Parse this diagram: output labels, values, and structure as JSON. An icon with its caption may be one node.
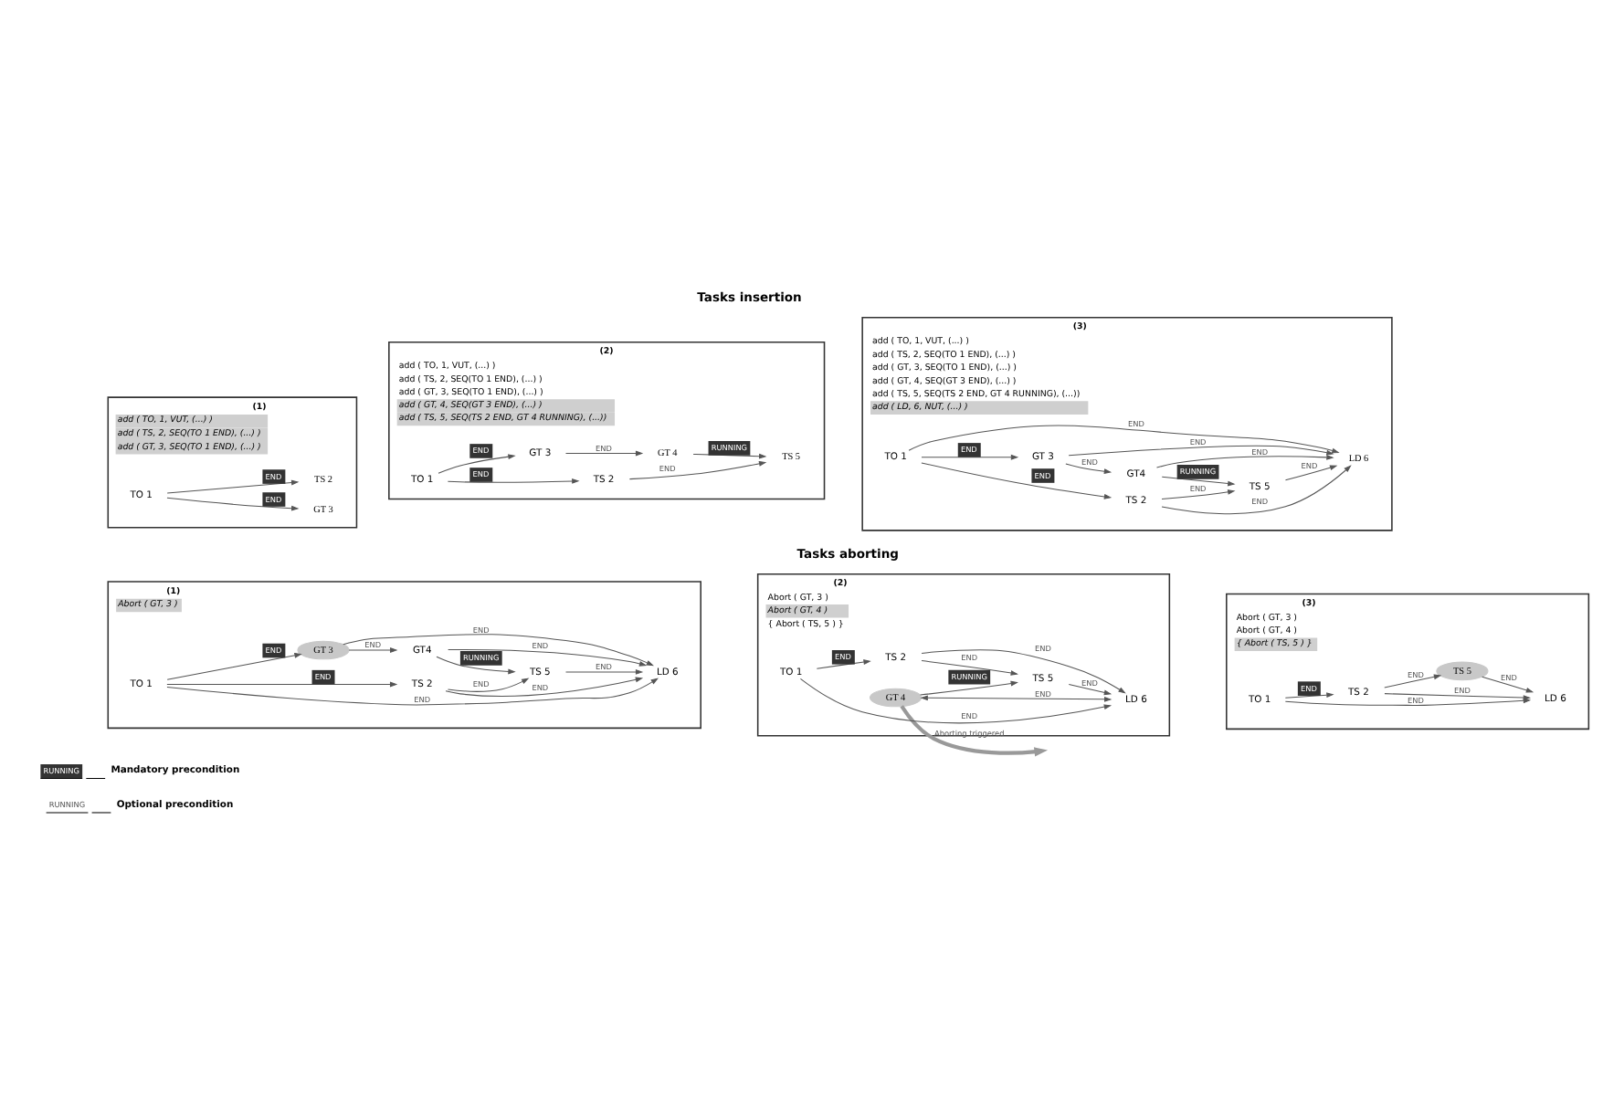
{
  "diagram": {
    "nodes": [
      {
        "text": [
          "(1)",
          "add ( TO, 1, VUT, (...) )",
          "add ( TS, 2, SEQ(TO 1 END), (...) )",
          "add ( GT, 3, SEQ(TO 1 END), (...) )"
        ]
      },
      {
        "text": [
          "GT 3"
        ],
        "in": 0
      },
      {
        "text": [
          "TO 1"
        ],
        "in": 0
      },
      {
        "text": [
          "TS 2"
        ],
        "in": 0
      },
      {
        "text": [
          "(2)",
          "add ( TO, 1, VUT, (...) )",
          "add ( TS, 2, SEQ(TO 1 END), (...) )",
          "add ( GT, 3, SEQ(TO 1 END), (...) )",
          "add ( GT, 4, SEQ(GT 3 END), (...) )",
          "add ( TS, 5, SEQ(TS 2 END, GT 4 RUNNING), (...))"
        ]
      },
      {
        "text": [
          "GT 3"
        ],
        "in": 4
      },
      {
        "text": [
          "GT 4"
        ],
        "in": 4
      },
      {
        "text": [
          "TO 1"
        ],
        "in": 4
      },
      {
        "text": [
          "TS 5"
        ],
        "in": 4
      },
      {
        "text": [
          "TS 2"
        ],
        "in": 4
      },
      {
        "text": [
          "(3)",
          "add ( TO, 1, VUT, (...) )",
          "add ( TS, 2, SEQ(TO 1 END), (...) )",
          "add ( GT, 3, SEQ(TO 1 END), (...) )",
          "add ( GT, 4, SEQ(GT 3 END), (...) )",
          "add ( TS, 5, SEQ(TS 2 END, GT 4 RUNNING), (...))",
          "add ( LD, 6, NUT, (...) )"
        ]
      },
      {
        "text": [
          "GT 3"
        ],
        "in": 10
      },
      {
        "text": [
          "GT4"
        ],
        "in": 10
      },
      {
        "text": [
          "TO 1"
        ],
        "in": 10
      },
      {
        "text": [
          "TS 5"
        ],
        "in": 10
      },
      {
        "text": [
          "LD 6"
        ],
        "in": 10
      },
      {
        "text": [
          "TS 2"
        ],
        "in": 10
      },
      {
        "text": [
          "(1)",
          "Abort ( GT, 3 )"
        ]
      },
      {
        "text": [
          "GT 3"
        ],
        "in": 17
      },
      {
        "text": [
          "GT4"
        ],
        "in": 17
      },
      {
        "text": [
          "TO 1"
        ],
        "in": 17
      },
      {
        "text": [
          "TS 5"
        ],
        "in": 17
      },
      {
        "text": [
          "LD 6"
        ],
        "in": 17
      },
      {
        "text": [
          "TS 2"
        ],
        "in": 17
      },
      {
        "text": [
          "(2)",
          "Abort ( GT, 3 )",
          "Abort ( GT, 4 )",
          "{ Abort ( TS, 5 ) }"
        ]
      },
      {
        "text": [
          "GT 4"
        ],
        "in": 24
      },
      {
        "text": [
          "TO 1"
        ],
        "in": 24
      },
      {
        "text": [
          "TS 5"
        ],
        "in": 24
      },
      {
        "text": [
          "LD 6"
        ],
        "in": 24
      },
      {
        "text": [
          "TS 2"
        ],
        "in": 24
      },
      {
        "text": [
          "(3)",
          "Abort ( GT, 3 )",
          "Abort ( GT, 4 )",
          "{ Abort ( TS, 5 ) }"
        ]
      },
      {
        "text": [
          "TO 1"
        ],
        "in": 30
      },
      {
        "text": [
          "TS 5"
        ],
        "in": 30
      },
      {
        "text": [
          "LD 6"
        ],
        "in": 30
      },
      {
        "text": [
          "TS 2"
        ],
        "in": 30
      }
    ],
    "edges": [
      {
        "from": 2,
        "to": 1,
        "arrow": "to",
        "label": "END"
      },
      {
        "from": 2,
        "to": 3,
        "arrow": "to",
        "label": "END"
      },
      {
        "from": 7,
        "to": 5,
        "arrow": "to",
        "label": "END"
      },
      {
        "from": 7,
        "to": 9,
        "arrow": "to",
        "label": "END"
      },
      {
        "from": 5,
        "to": 6,
        "arrow": "to",
        "label": "END"
      },
      {
        "from": 6,
        "to": 8,
        "arrow": "to",
        "label": "RUNNING"
      },
      {
        "from": 9,
        "to": 8,
        "arrow": "to",
        "label": "END"
      },
      {
        "from": 13,
        "to": 11,
        "arrow": "to",
        "label": "END"
      },
      {
        "from": 13,
        "to": 16,
        "arrow": "to",
        "label": "END"
      },
      {
        "from": 11,
        "to": 12,
        "arrow": "to",
        "label": "END"
      },
      {
        "from": 12,
        "to": 14,
        "arrow": "to",
        "label": "RUNNING"
      },
      {
        "from": 16,
        "to": 14,
        "arrow": "to",
        "label": "END"
      },
      {
        "from": 11,
        "to": 15,
        "arrow": "to",
        "label": "END"
      },
      {
        "from": 12,
        "to": 15,
        "arrow": "to",
        "label": "END"
      },
      {
        "from": 14,
        "to": 15,
        "arrow": "to",
        "label": "END"
      },
      {
        "from": 16,
        "to": 15,
        "arrow": "to",
        "label": "END"
      },
      {
        "from": 13,
        "to": 15,
        "arrow": "to",
        "label": "END"
      },
      {
        "from": 20,
        "to": 18,
        "arrow": "to",
        "label": "END"
      },
      {
        "from": 20,
        "to": 23,
        "arrow": "to",
        "label": "END"
      },
      {
        "from": 18,
        "to": 19,
        "arrow": "to",
        "label": "END"
      },
      {
        "from": 19,
        "to": 21,
        "arrow": "to",
        "label": "RUNNING"
      },
      {
        "from": 23,
        "to": 21,
        "arrow": "to",
        "label": "END"
      },
      {
        "from": 18,
        "to": 22,
        "arrow": "to",
        "label": "END"
      },
      {
        "from": 19,
        "to": 22,
        "arrow": "to",
        "label": "END"
      },
      {
        "from": 21,
        "to": 22,
        "arrow": "to",
        "label": "END"
      },
      {
        "from": 23,
        "to": 22,
        "arrow": "to",
        "label": "END"
      },
      {
        "from": 20,
        "to": 22,
        "arrow": "to",
        "label": "END"
      },
      {
        "from": 26,
        "to": 29,
        "arrow": "to",
        "label": "END"
      },
      {
        "from": 29,
        "to": 27,
        "arrow": "to",
        "label": "END"
      },
      {
        "from": 25,
        "to": 27,
        "arrow": "to",
        "label": "RUNNING"
      },
      {
        "from": 25,
        "to": 28,
        "arrow": "both",
        "label": "END"
      },
      {
        "from": 27,
        "to": 28,
        "arrow": "to",
        "label": "END"
      },
      {
        "from": 29,
        "to": 28,
        "arrow": "to",
        "label": "END"
      },
      {
        "from": 26,
        "to": 28,
        "arrow": "to",
        "label": "END"
      },
      {
        "from": 25,
        "to": null,
        "arrow": "to",
        "label": "Aborting triggered",
        "style": "thick"
      },
      {
        "from": 31,
        "to": 34,
        "arrow": "to",
        "label": "END"
      },
      {
        "from": 34,
        "to": 32,
        "arrow": "to",
        "label": "END"
      },
      {
        "from": 32,
        "to": 33,
        "arrow": "to",
        "label": "END"
      },
      {
        "from": 34,
        "to": 33,
        "arrow": "to",
        "label": "END"
      },
      {
        "from": 31,
        "to": 33,
        "arrow": "to",
        "label": "END"
      }
    ],
    "labels": [
      "Tasks insertion",
      "Tasks aborting",
      "RUNNING",
      "RUNNING"
    ],
    "legend": [
      {
        "text": "Mandatory precondition"
      },
      {
        "text": "Optional precondition"
      }
    ]
  }
}
